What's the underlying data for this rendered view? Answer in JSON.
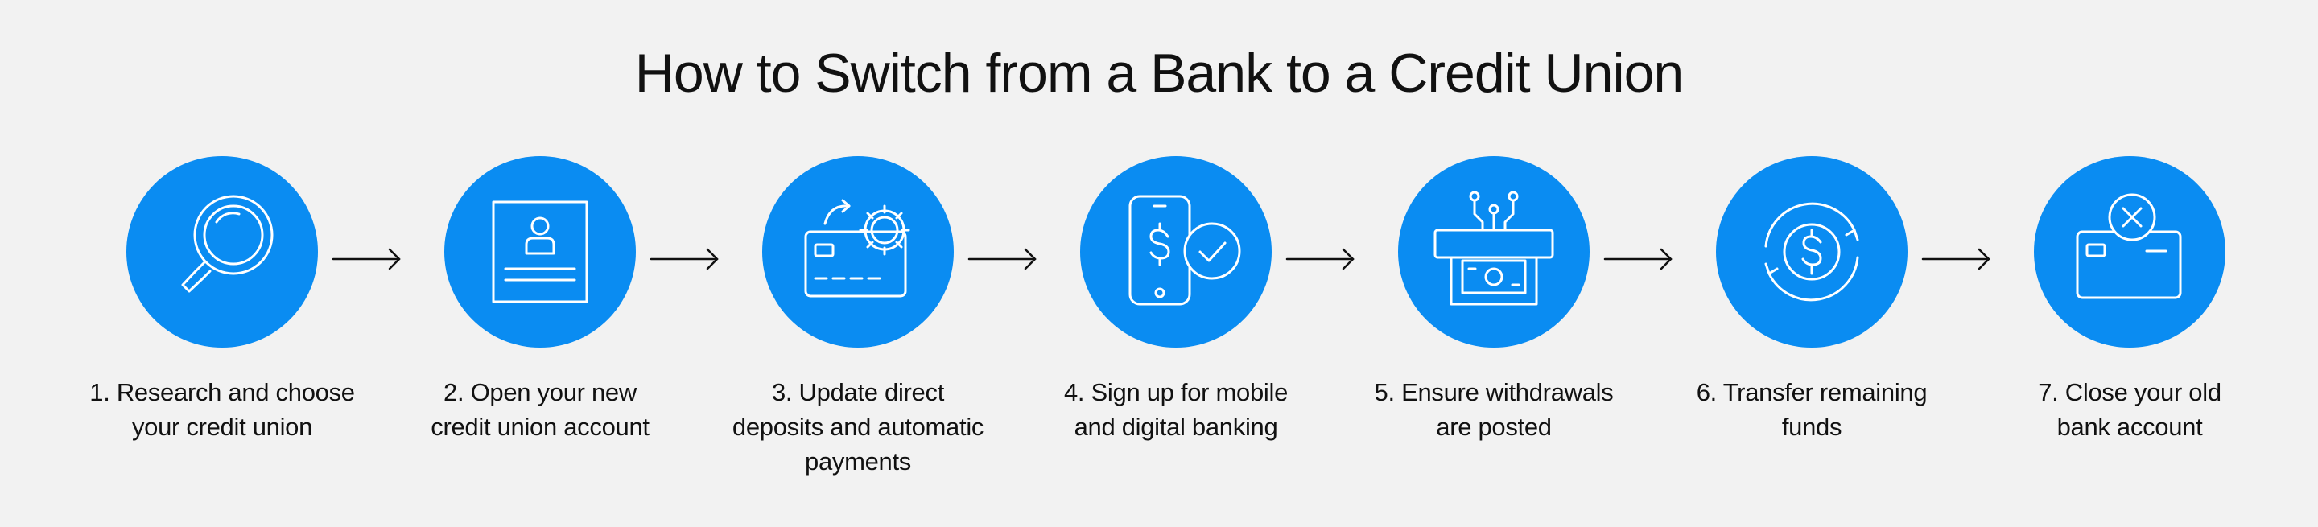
{
  "title": "How to Switch from a Bank to a Credit Union",
  "colors": {
    "circle": "#0a8cf2",
    "icon_stroke": "#ffffff",
    "text": "#111111",
    "background": "#f2f2f2"
  },
  "steps": [
    {
      "icon": "magnifying-glass-icon",
      "lines": [
        "1. Research and choose",
        "your credit union"
      ]
    },
    {
      "icon": "account-form-icon",
      "lines": [
        "2. Open your new",
        "credit union account"
      ]
    },
    {
      "icon": "card-gear-icon",
      "lines": [
        "3. Update direct",
        "deposits and automatic",
        "payments"
      ]
    },
    {
      "icon": "mobile-check-icon",
      "lines": [
        "4. Sign up for mobile",
        "and digital banking"
      ]
    },
    {
      "icon": "atm-cash-icon",
      "lines": [
        "5. Ensure withdrawals",
        "are posted"
      ]
    },
    {
      "icon": "dollar-cycle-icon",
      "lines": [
        "6. Transfer remaining",
        "funds"
      ]
    },
    {
      "icon": "card-cancel-icon",
      "lines": [
        "7. Close your old",
        "bank account"
      ]
    }
  ]
}
